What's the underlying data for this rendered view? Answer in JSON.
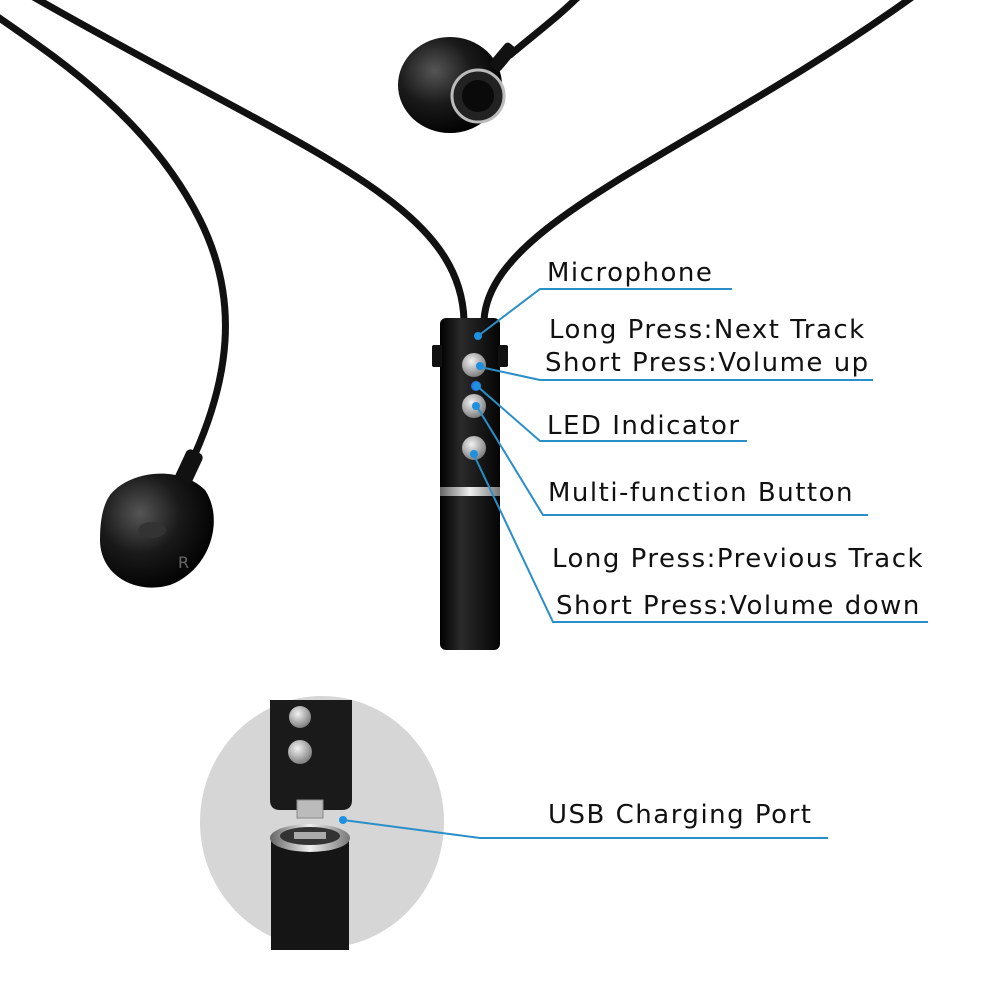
{
  "labels": {
    "microphone": "Microphone",
    "next_track": "Long Press:Next Track",
    "volume_up": "Short Press:Volume up",
    "led": "LED Indicator",
    "multi_function": "Multi-function Button",
    "previous_track": "Long Press:Previous Track",
    "volume_down": "Short Press:Volume down",
    "usb": "USB Charging Port"
  },
  "colors": {
    "callout": "#2a8fc8",
    "led": "#1e90e0",
    "inset_bg": "#d6d6d6",
    "product": "#111111"
  }
}
